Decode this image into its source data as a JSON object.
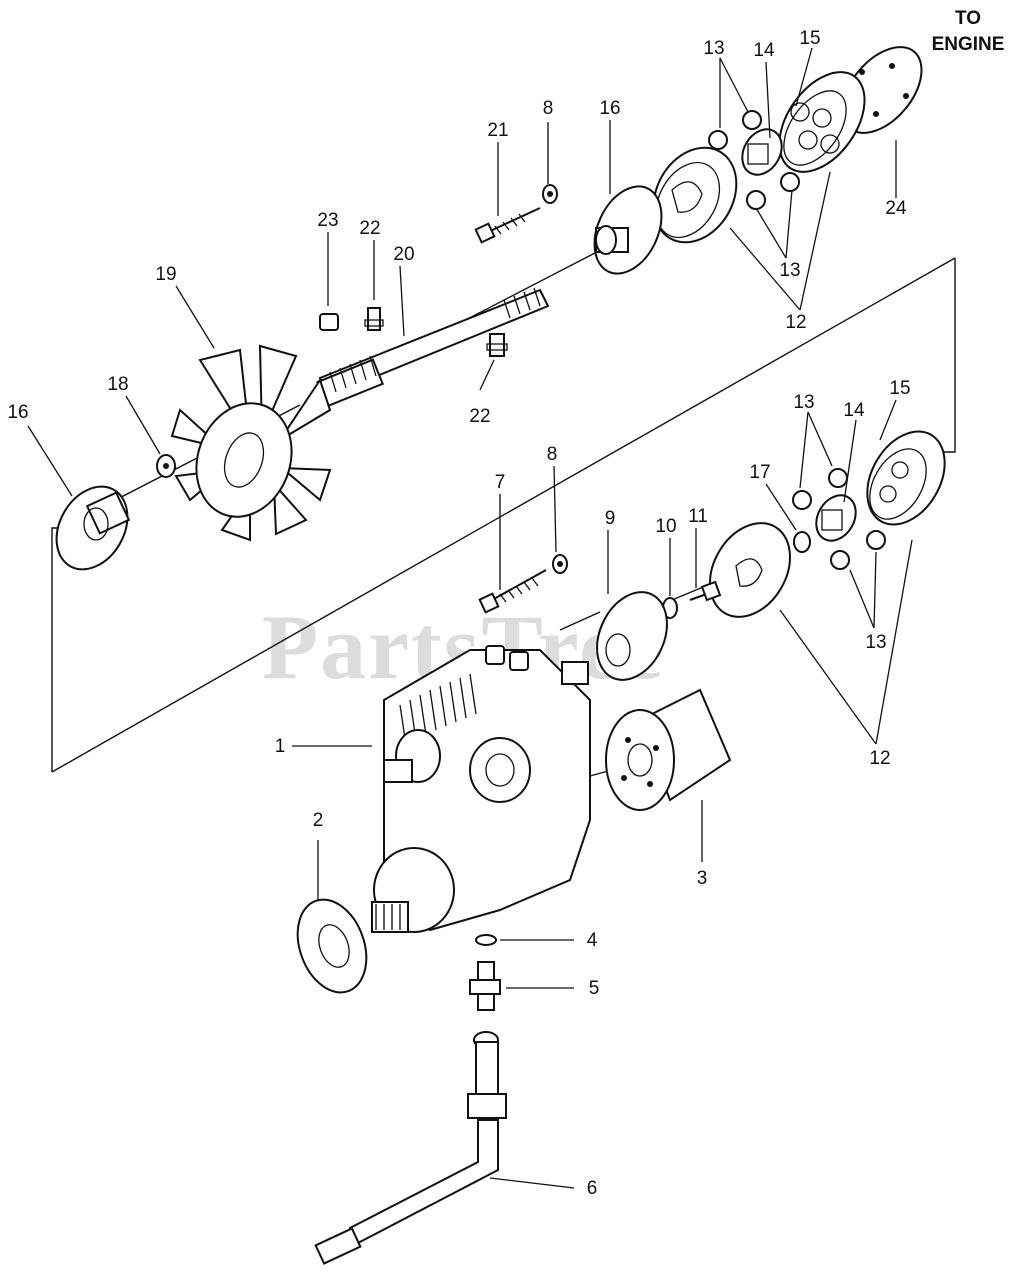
{
  "diagram": {
    "watermark": "PartsTree",
    "direction_label": [
      "TO",
      "ENGINE"
    ],
    "callouts": [
      {
        "id": "c1",
        "text": "1"
      },
      {
        "id": "c2",
        "text": "2"
      },
      {
        "id": "c3",
        "text": "3"
      },
      {
        "id": "c4",
        "text": "4"
      },
      {
        "id": "c5",
        "text": "5"
      },
      {
        "id": "c6",
        "text": "6"
      },
      {
        "id": "c7",
        "text": "7"
      },
      {
        "id": "c8a",
        "text": "8"
      },
      {
        "id": "c8b",
        "text": "8"
      },
      {
        "id": "c9",
        "text": "9"
      },
      {
        "id": "c10",
        "text": "10"
      },
      {
        "id": "c11",
        "text": "11"
      },
      {
        "id": "c12a",
        "text": "12"
      },
      {
        "id": "c12b",
        "text": "12"
      },
      {
        "id": "c13a",
        "text": "13"
      },
      {
        "id": "c13b",
        "text": "13"
      },
      {
        "id": "c13c",
        "text": "13"
      },
      {
        "id": "c13d",
        "text": "13"
      },
      {
        "id": "c14a",
        "text": "14"
      },
      {
        "id": "c14b",
        "text": "14"
      },
      {
        "id": "c15a",
        "text": "15"
      },
      {
        "id": "c15b",
        "text": "15"
      },
      {
        "id": "c16a",
        "text": "16"
      },
      {
        "id": "c16b",
        "text": "16"
      },
      {
        "id": "c17",
        "text": "17"
      },
      {
        "id": "c18",
        "text": "18"
      },
      {
        "id": "c19",
        "text": "19"
      },
      {
        "id": "c20",
        "text": "20"
      },
      {
        "id": "c21",
        "text": "21"
      },
      {
        "id": "c22a",
        "text": "22"
      },
      {
        "id": "c22b",
        "text": "22"
      },
      {
        "id": "c23",
        "text": "23"
      },
      {
        "id": "c24",
        "text": "24"
      }
    ]
  }
}
